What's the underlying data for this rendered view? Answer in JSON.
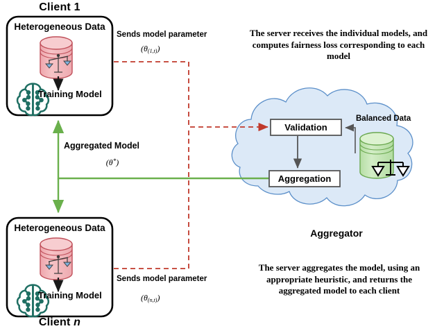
{
  "diagram": {
    "title": "Federated learning with fairness-aware aggregation",
    "clients": [
      {
        "id": "client-1",
        "title_prefix": "Client ",
        "title_index": "1",
        "data_label": "Heterogeneous Data",
        "model_label": "Training Model",
        "data_icon": "pink-database-cylinder-with-unbalanced-scale-icon",
        "model_icon": "circuit-brain-icon",
        "send_label": "Sends model parameter",
        "send_symbol": "(θ(1,t))",
        "send_symbol_base": "θ",
        "send_symbol_sub": "(1,t)"
      },
      {
        "id": "client-n",
        "title_prefix": "Client ",
        "title_index": "n",
        "data_label": "Heterogeneous Data",
        "model_label": "Training Model",
        "data_icon": "pink-database-cylinder-with-unbalanced-scale-icon",
        "model_icon": "circuit-brain-icon",
        "send_label": "Sends model parameter",
        "send_symbol": "(θ(n,t))",
        "send_symbol_base": "θ",
        "send_symbol_sub": "(n,t)"
      }
    ],
    "return_flow": {
      "label": "Aggregated Model",
      "symbol_base": "θ",
      "symbol_sup": "*"
    },
    "server": {
      "cloud_icon": "cloud-shape",
      "caption_top": "The server receives the individual models, and computes fairness loss corresponding to each model",
      "caption_bottom": "The server aggregates the model, using an appropriate heuristic, and returns the aggregated model to each client",
      "aggregator_label": "Aggregator",
      "nodes": [
        {
          "id": "validation",
          "label": "Validation"
        },
        {
          "id": "aggregation",
          "label": "Aggregation"
        }
      ],
      "balanced_data": {
        "label": "Balanced Data",
        "icon": "green-database-cylinder-with-balanced-scale-icon"
      }
    },
    "colors": {
      "upload_arrow": "#c0392b",
      "download_arrow": "#6ab04c",
      "cloud_fill": "#dce9f7",
      "cloud_stroke": "#5b8fc9",
      "client_data_fill": "#f4b8bc",
      "client_data_stroke": "#c0505a",
      "balanced_data_fill": "#c3e3b5",
      "balanced_data_stroke": "#6aa84f",
      "brain_icon": "#1f6f63",
      "node_box_stroke": "#555555",
      "client_box_stroke": "#000000"
    }
  }
}
